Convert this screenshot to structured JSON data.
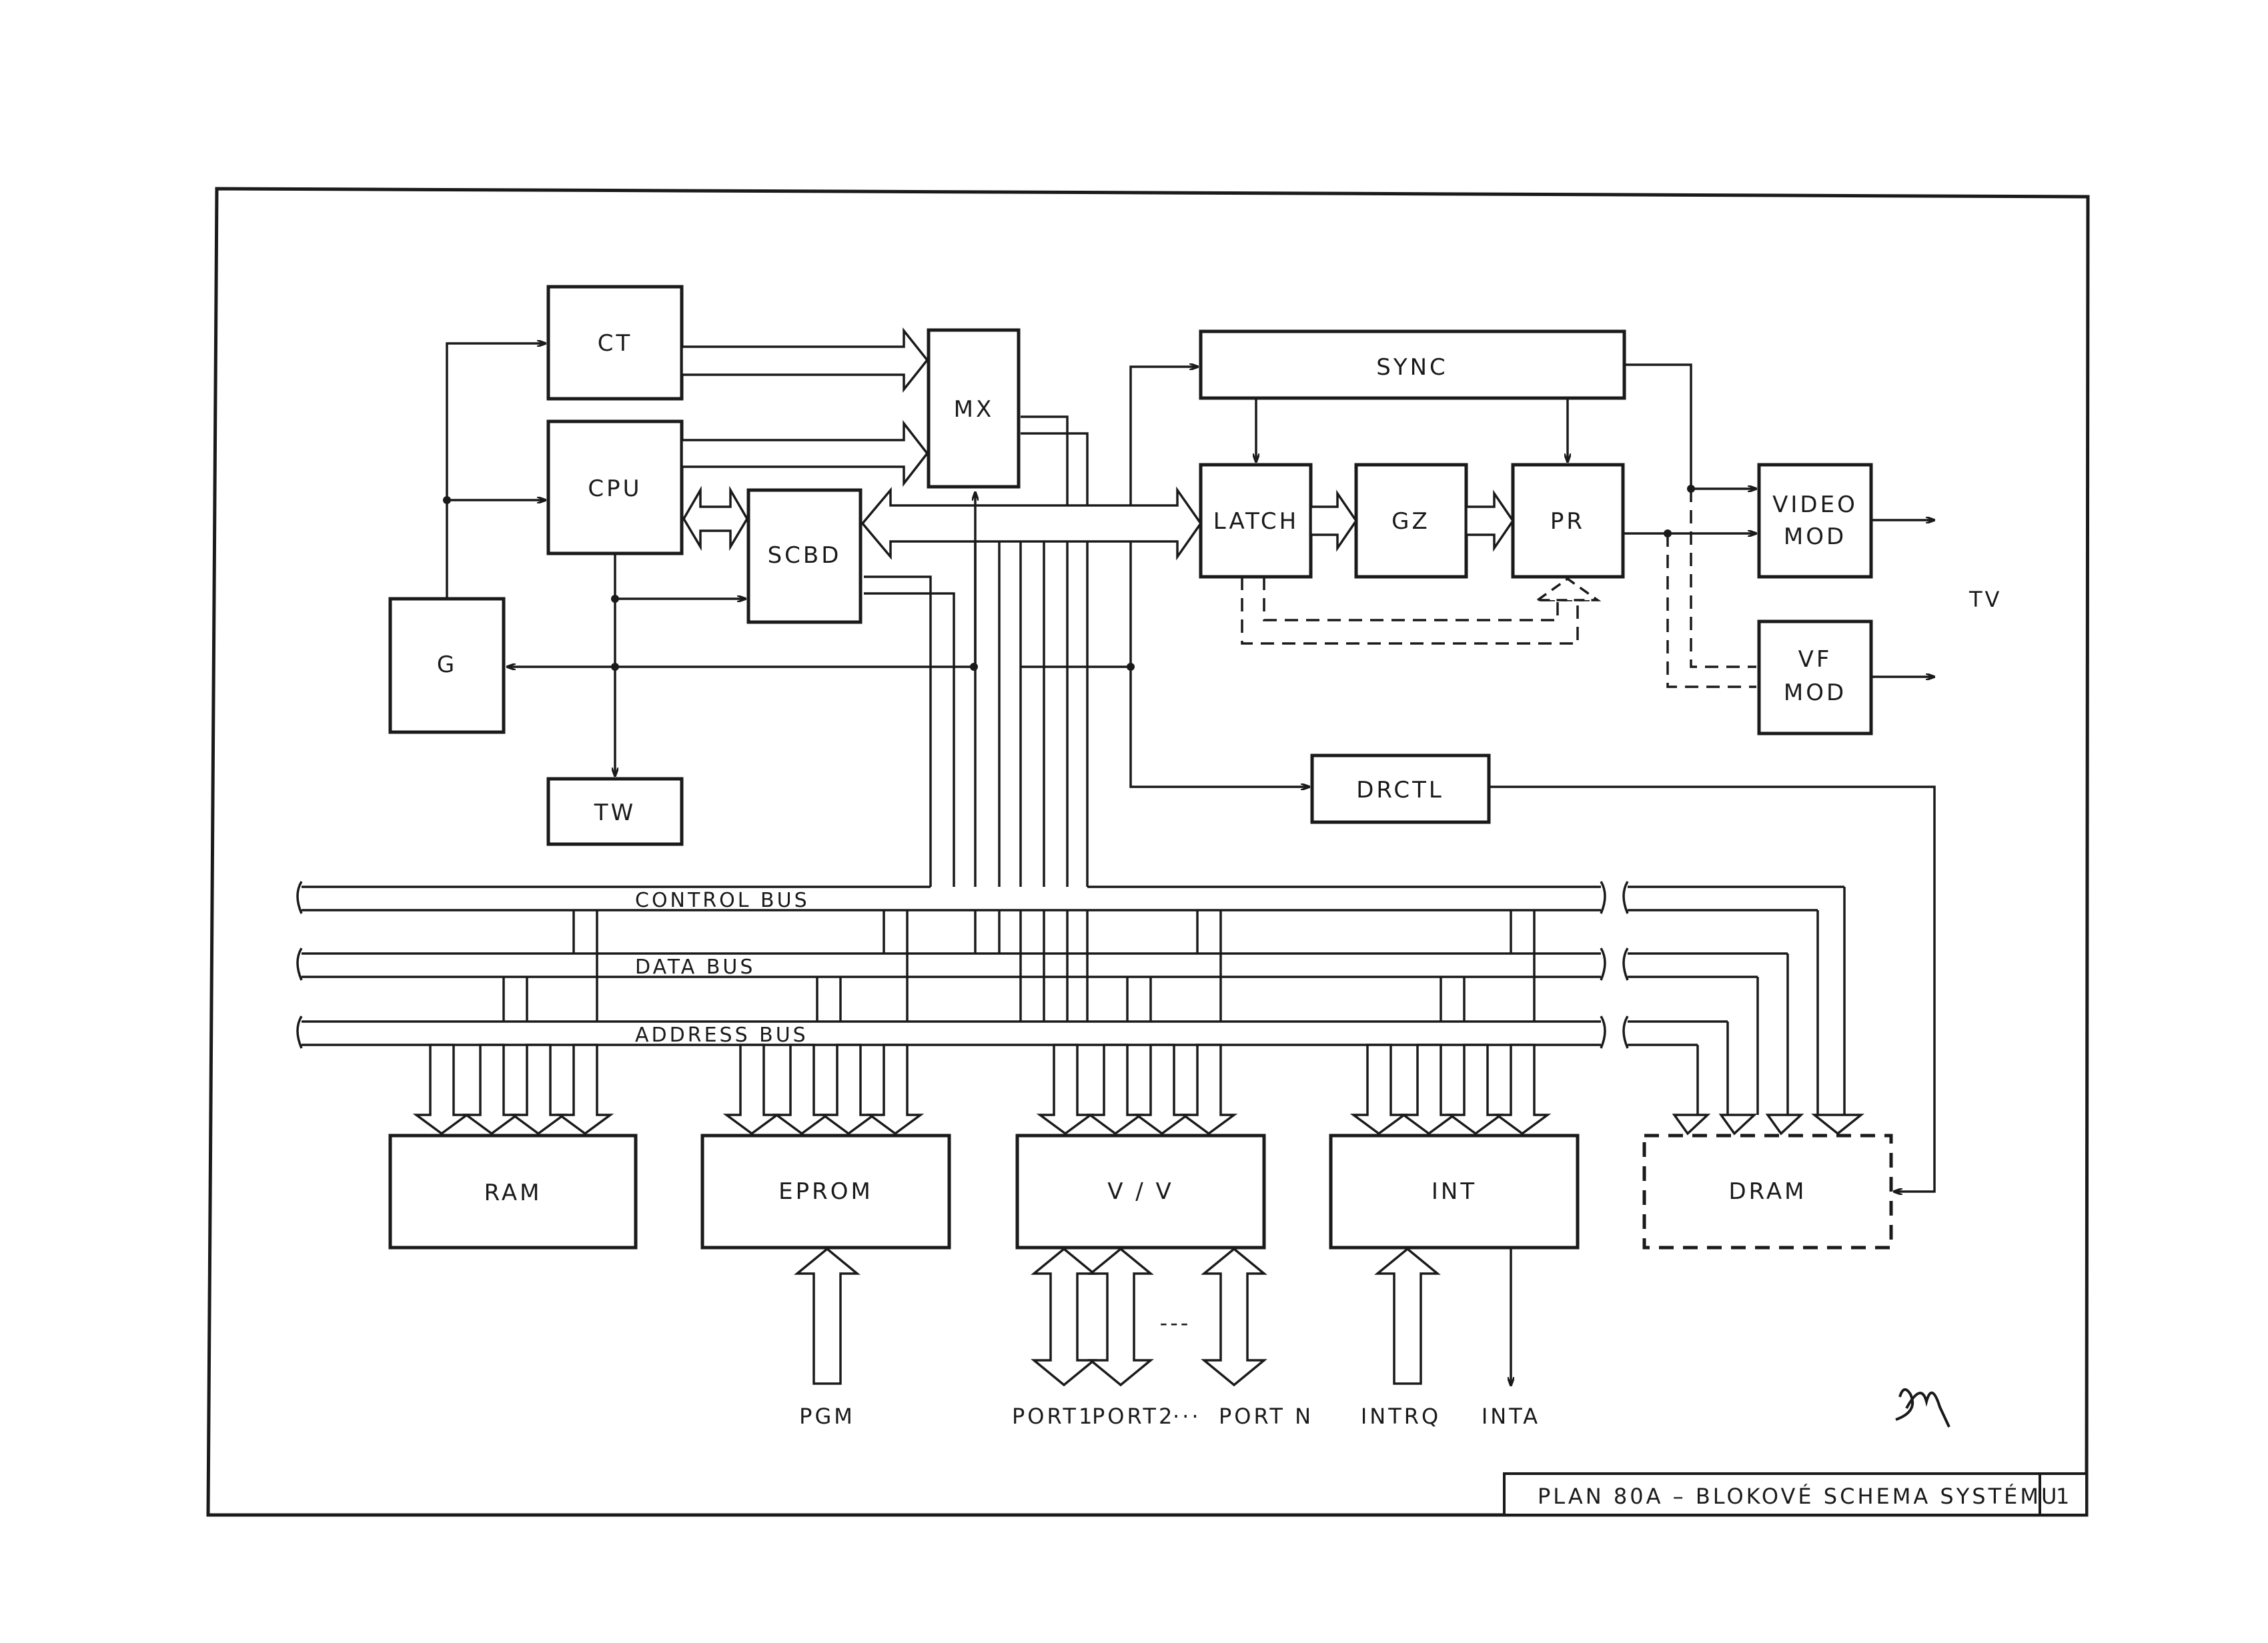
{
  "blocks": {
    "ct": "CT",
    "cpu": "CPU",
    "g": "G",
    "tw": "TW",
    "scbd": "SCBD",
    "mx": "MX",
    "sync": "SYNC",
    "latch": "LATCH",
    "gz": "GZ",
    "pr": "PR",
    "video_mod_line1": "VIDEO",
    "video_mod_line2": "MOD",
    "vf_mod_line1": "VF",
    "vf_mod_line2": "MOD",
    "drctl": "DRCTL",
    "ram": "RAM",
    "eprom": "EPROM",
    "vv": "V / V",
    "int": "INT",
    "dram": "DRAM"
  },
  "buses": {
    "control": "CONTROL  BUS",
    "data": "DATA  BUS",
    "address": "ADDRESS  BUS"
  },
  "signals": {
    "tv": "TV",
    "pgm": "PGM",
    "port1": "PORT1",
    "port2": "PORT2",
    "port_dots": "···",
    "port_n": "PORT  N",
    "port_gap": "---",
    "intrq": "INTRQ",
    "inta": "INTA"
  },
  "title_block": {
    "title": "PLAN 80A  –  BLOKOVÉ  SCHEMA  SYSTÉMU",
    "sheet": "1"
  },
  "signature": "DM"
}
